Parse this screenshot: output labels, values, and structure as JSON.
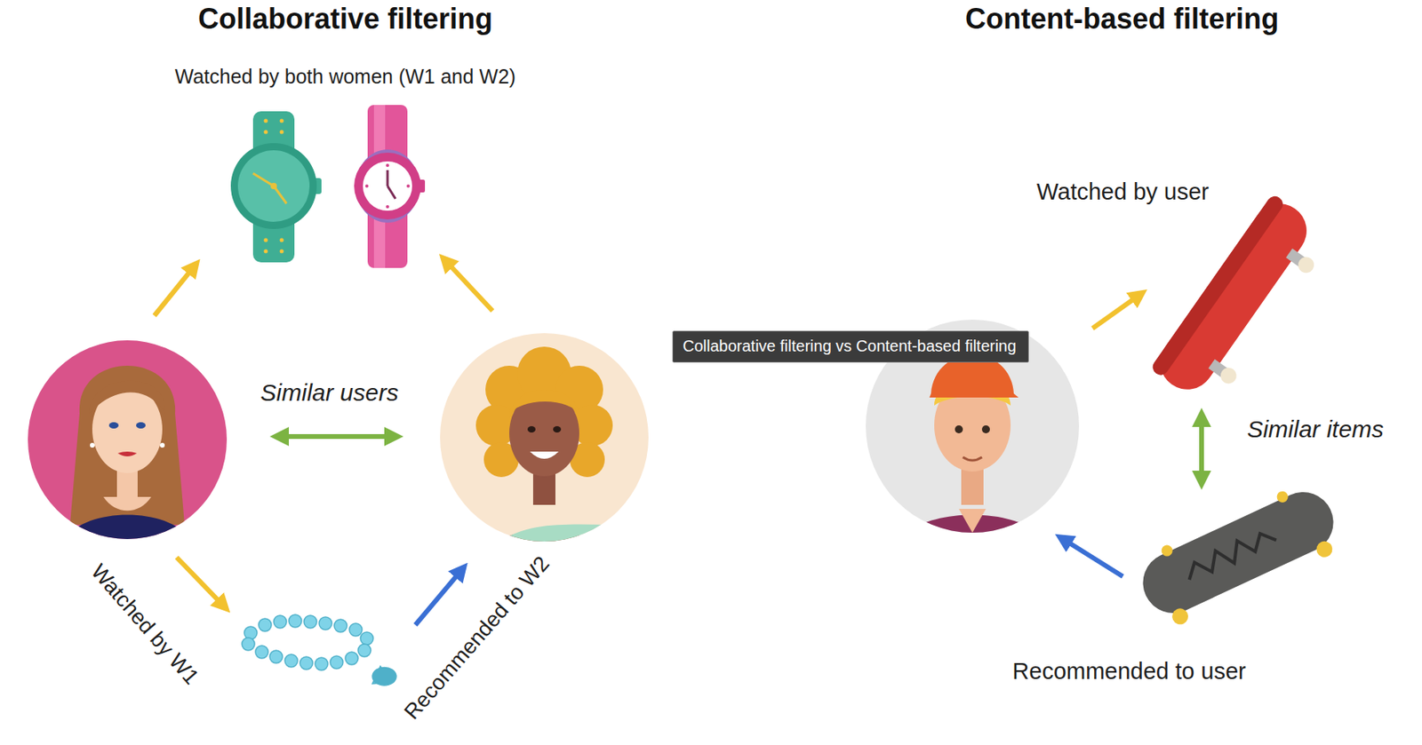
{
  "diagram": {
    "nodes": [
      {
        "text": [
          "Collaborative filtering vs Content-based filtering"
        ]
      }
    ],
    "labels": [
      "Collaborative filtering",
      "Content-based filtering",
      "Watched by both women (W1 and W2)",
      "Similar users",
      "Watched by W1",
      "Recommended to W2",
      "Watched by user",
      "Similar items",
      "Recommended to user"
    ]
  }
}
